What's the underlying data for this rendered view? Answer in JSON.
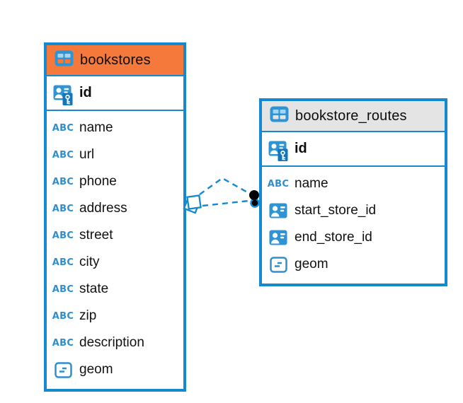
{
  "tables": [
    {
      "title": "bookstores",
      "header_color": "#f5793b",
      "id_field": {
        "name": "id",
        "icon": "primary-key"
      },
      "fields": [
        {
          "name": "name",
          "icon": "text-type"
        },
        {
          "name": "url",
          "icon": "text-type"
        },
        {
          "name": "phone",
          "icon": "text-type"
        },
        {
          "name": "address",
          "icon": "text-type"
        },
        {
          "name": "street",
          "icon": "text-type"
        },
        {
          "name": "city",
          "icon": "text-type"
        },
        {
          "name": "state",
          "icon": "text-type"
        },
        {
          "name": "zip",
          "icon": "text-type"
        },
        {
          "name": "description",
          "icon": "text-type"
        },
        {
          "name": "geom",
          "icon": "geometry-type"
        }
      ]
    },
    {
      "title": "bookstore_routes",
      "header_color": "#e4e4e4",
      "id_field": {
        "name": "id",
        "icon": "primary-key"
      },
      "fields": [
        {
          "name": "name",
          "icon": "text-type"
        },
        {
          "name": "start_store_id",
          "icon": "foreign-key"
        },
        {
          "name": "end_store_id",
          "icon": "foreign-key"
        },
        {
          "name": "geom",
          "icon": "geometry-type"
        }
      ]
    }
  ],
  "icons": {
    "text_type_label": "ABC",
    "table_icon": "table-icon",
    "primary_key_icon": "primary-key-icon",
    "foreign_key_icon": "foreign-key-icon",
    "geometry_icon": "geometry-type-icon"
  },
  "colors": {
    "accent_blue": "#1589cf",
    "icon_blue": "#2e94d4",
    "key_badge_blue": "#1076c0",
    "orange_header": "#f5793b",
    "gray_header": "#e4e4e4",
    "relation_dot": "#000000"
  }
}
